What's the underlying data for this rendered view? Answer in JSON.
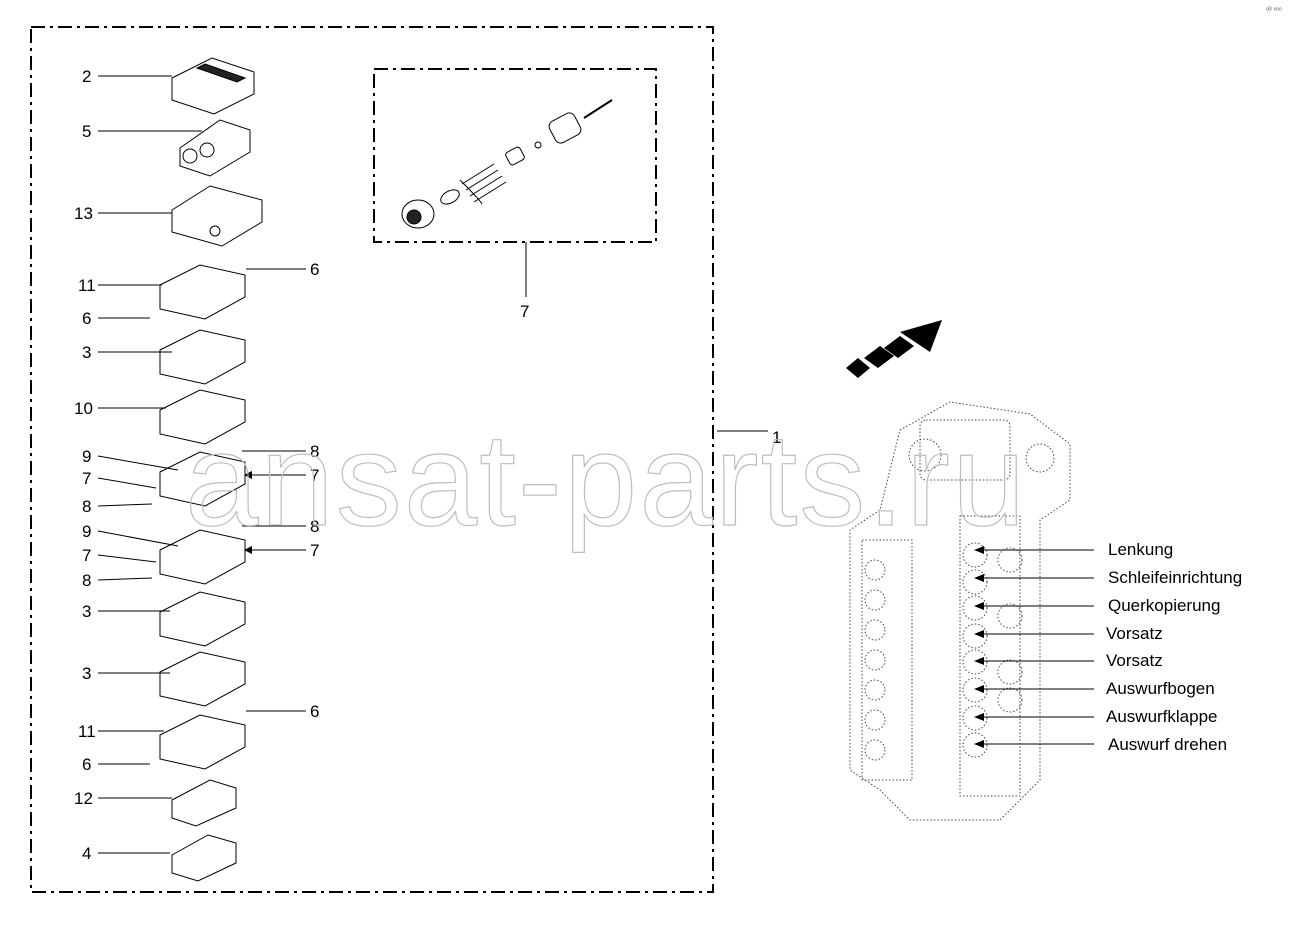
{
  "corner_mark": "ᵒᴰ ᵒᵒᵒ",
  "watermark": "ansat-parts.ru",
  "explode_group": {
    "label": "7"
  },
  "assembly": {
    "label": "1"
  },
  "left_labels": [
    "2",
    "5",
    "13",
    "11",
    "6",
    "3",
    "10",
    "9",
    "7",
    "8",
    "9",
    "7",
    "8",
    "3",
    "3",
    "11",
    "6",
    "12",
    "4"
  ],
  "right_labels": [
    "6",
    "8",
    "7",
    "8",
    "7",
    "6"
  ],
  "functions": [
    "Lenkung",
    "Schleifeinrichtung",
    "Querkopierung",
    "Vorsatz",
    "Vorsatz",
    "Auswurfbogen",
    "Auswurfklappe",
    "Auswurf drehen"
  ]
}
